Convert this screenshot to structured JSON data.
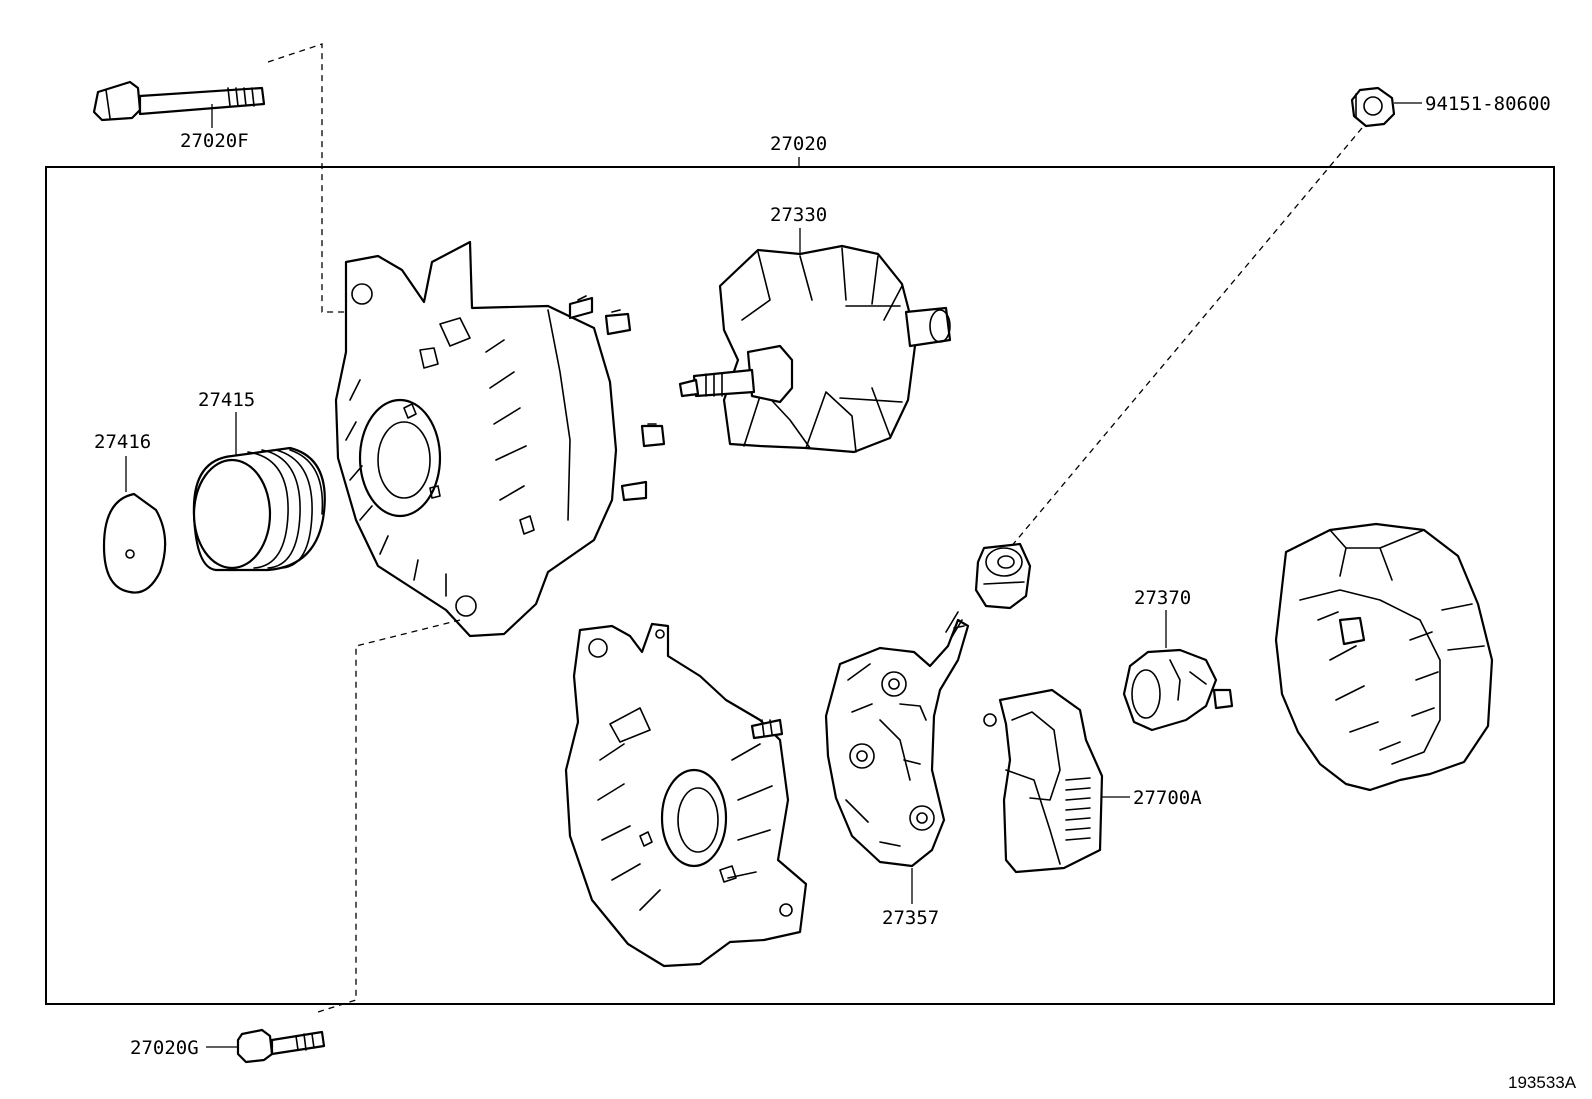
{
  "diagram": {
    "assembly_label": "27020",
    "reference_code": "193533A",
    "parts": {
      "bolt_top": "27020F",
      "bolt_bottom": "27020G",
      "nut": "94151-80600",
      "rotor": "27330",
      "pulley": "27415",
      "cap": "27416",
      "brush_holder": "27370",
      "regulator": "27700A",
      "rectifier": "27357"
    }
  }
}
